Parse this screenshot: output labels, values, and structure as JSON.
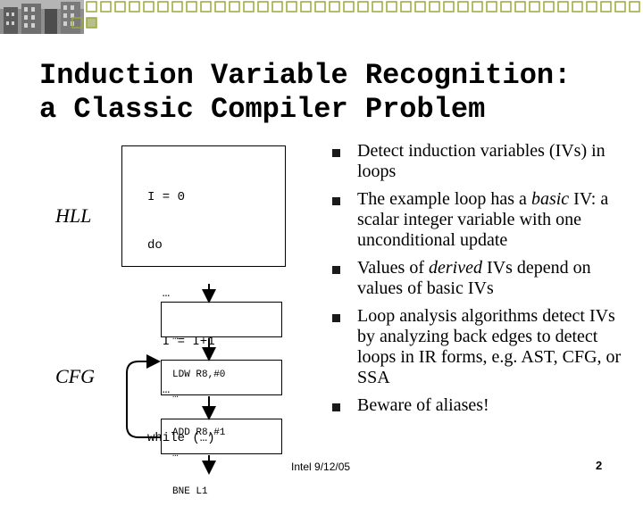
{
  "slide": {
    "title_line1": "Induction Variable Recognition:",
    "title_line2": "a Classic Compiler Problem",
    "footer_date": "Intel 9/12/05",
    "page_number": "2"
  },
  "hll": {
    "label": "HLL",
    "code_lines": [
      "I = 0",
      "do",
      "  …",
      "  I = I+1",
      "  …",
      "while (…)"
    ]
  },
  "cfg": {
    "label": "CFG",
    "blocks": [
      {
        "line1": "…",
        "line2": "LDW R8,#0"
      },
      {
        "line1": "…",
        "line2": "ADD R8,#1"
      },
      {
        "line1": "…",
        "line2": "BNE L1"
      }
    ]
  },
  "bullets": [
    {
      "segments": [
        {
          "text": "Detect induction variables (IVs) in loops",
          "italic": false
        }
      ]
    },
    {
      "segments": [
        {
          "text": "The example loop has a ",
          "italic": false
        },
        {
          "text": "basic",
          "italic": true
        },
        {
          "text": " IV: a scalar integer variable with one unconditional update",
          "italic": false
        }
      ]
    },
    {
      "segments": [
        {
          "text": "Values of ",
          "italic": false
        },
        {
          "text": "derived",
          "italic": true
        },
        {
          "text": " IVs depend on values of basic IVs",
          "italic": false
        }
      ]
    },
    {
      "segments": [
        {
          "text": "Loop analysis algorithms detect IVs by analyzing back edges to detect loops in IR forms, e.g. AST, CFG, or SSA",
          "italic": false
        }
      ]
    },
    {
      "segments": [
        {
          "text": "Beware of aliases!",
          "italic": false
        }
      ]
    }
  ],
  "decor": {
    "square_outline_color": "#9aa83a",
    "square_fill_color": "#b8c08a",
    "bullet_color": "#1a1a1a",
    "photo_icon": "building-photo"
  }
}
